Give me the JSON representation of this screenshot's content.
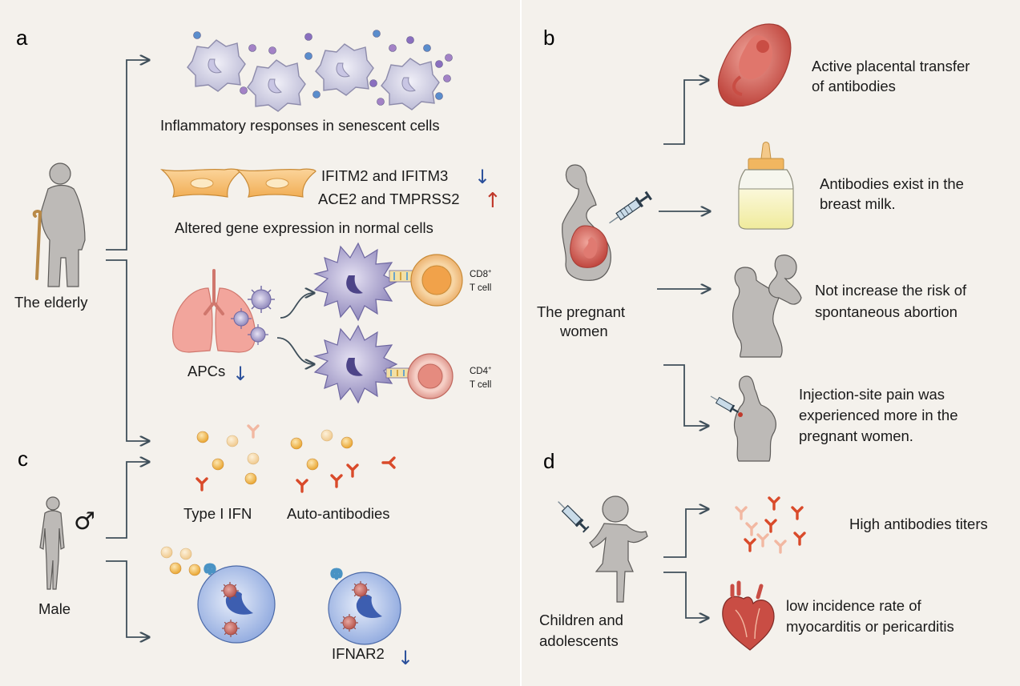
{
  "panels": {
    "a": {
      "letter": "a",
      "subject": "The elderly",
      "cap1": "Inflammatory responses in senescent cells",
      "gene1": "IFITM2 and IFITM3",
      "gene2": "ACE2 and TMPRSS2",
      "cap2": "Altered gene expression in normal cells",
      "apc": "APCs",
      "cd8_top": "CD8",
      "cd8_bottom": "T cell",
      "cd4_top": "CD4",
      "cd4_bottom": "T cell",
      "sup": "+"
    },
    "b": {
      "letter": "b",
      "subject_line1": "The pregnant",
      "subject_line2": "women",
      "o1_l1": "Active placental transfer",
      "o1_l2": "of antibodies",
      "o2_l1": "Antibodies exist in the",
      "o2_l2": "breast milk.",
      "o3_l1": "Not increase the risk of",
      "o3_l2": "spontaneous abortion",
      "o4_l1": "Injection-site pain was",
      "o4_l2": "experienced more in the",
      "o4_l3": "pregnant women."
    },
    "c": {
      "letter": "c",
      "subject": "Male",
      "symbol": "♂",
      "label1": "Type I IFN",
      "label2": "Auto-antibodies",
      "label3": "IFNAR2"
    },
    "d": {
      "letter": "d",
      "subject_line1": "Children and",
      "subject_line2": "adolescents",
      "o1": "High antibodies titers",
      "o2_l1": "low incidence rate of",
      "o2_l2": "myocarditis or pericarditis"
    }
  },
  "arrows": {
    "down": "↓",
    "up": "↑"
  },
  "colors": {
    "line": "#3f4f5a",
    "down_arrow": "#2a4f9a",
    "up_arrow": "#c0392b",
    "background": "#f4f1ec"
  }
}
